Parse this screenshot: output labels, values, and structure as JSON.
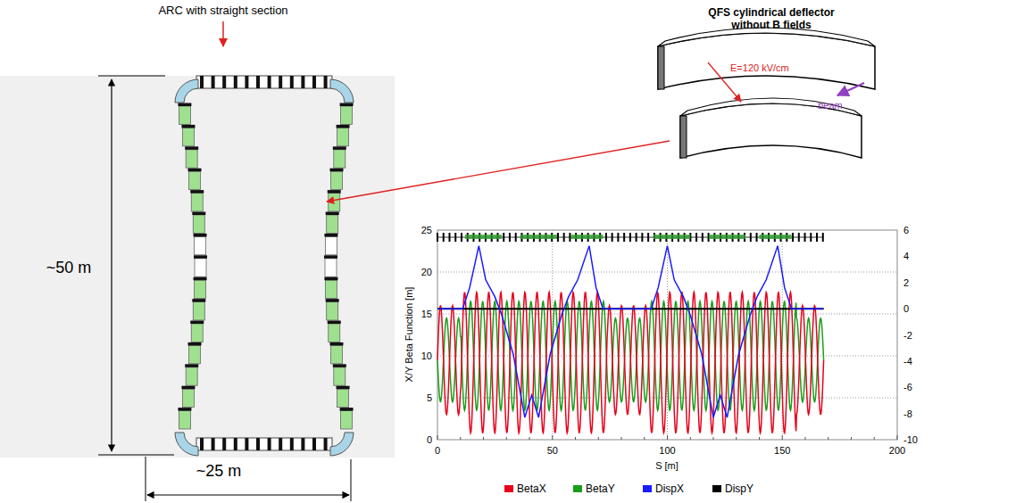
{
  "diagram": {
    "labels": [
      "ARC with straight section",
      "~50 m",
      "~25 m",
      "QFS cylindrical deflector without B fields",
      "E=120 kV/cm",
      "beam",
      "0",
      "5",
      "10",
      "15",
      "20",
      "25",
      "6",
      "4",
      "2",
      "0",
      "-2",
      "-4",
      "-6",
      "-8",
      "-10",
      "0",
      "50",
      "100",
      "150",
      "200",
      "X/Y Beta Function [m]",
      "S [m]"
    ],
    "legend": [
      {
        "text": "BetaX",
        "color": "#e8001c"
      },
      {
        "text": "BetaY",
        "color": "#1a9e1a"
      },
      {
        "text": "DispX",
        "color": "#1a1aff"
      },
      {
        "text": "DispY",
        "color": "#000000"
      }
    ]
  }
}
